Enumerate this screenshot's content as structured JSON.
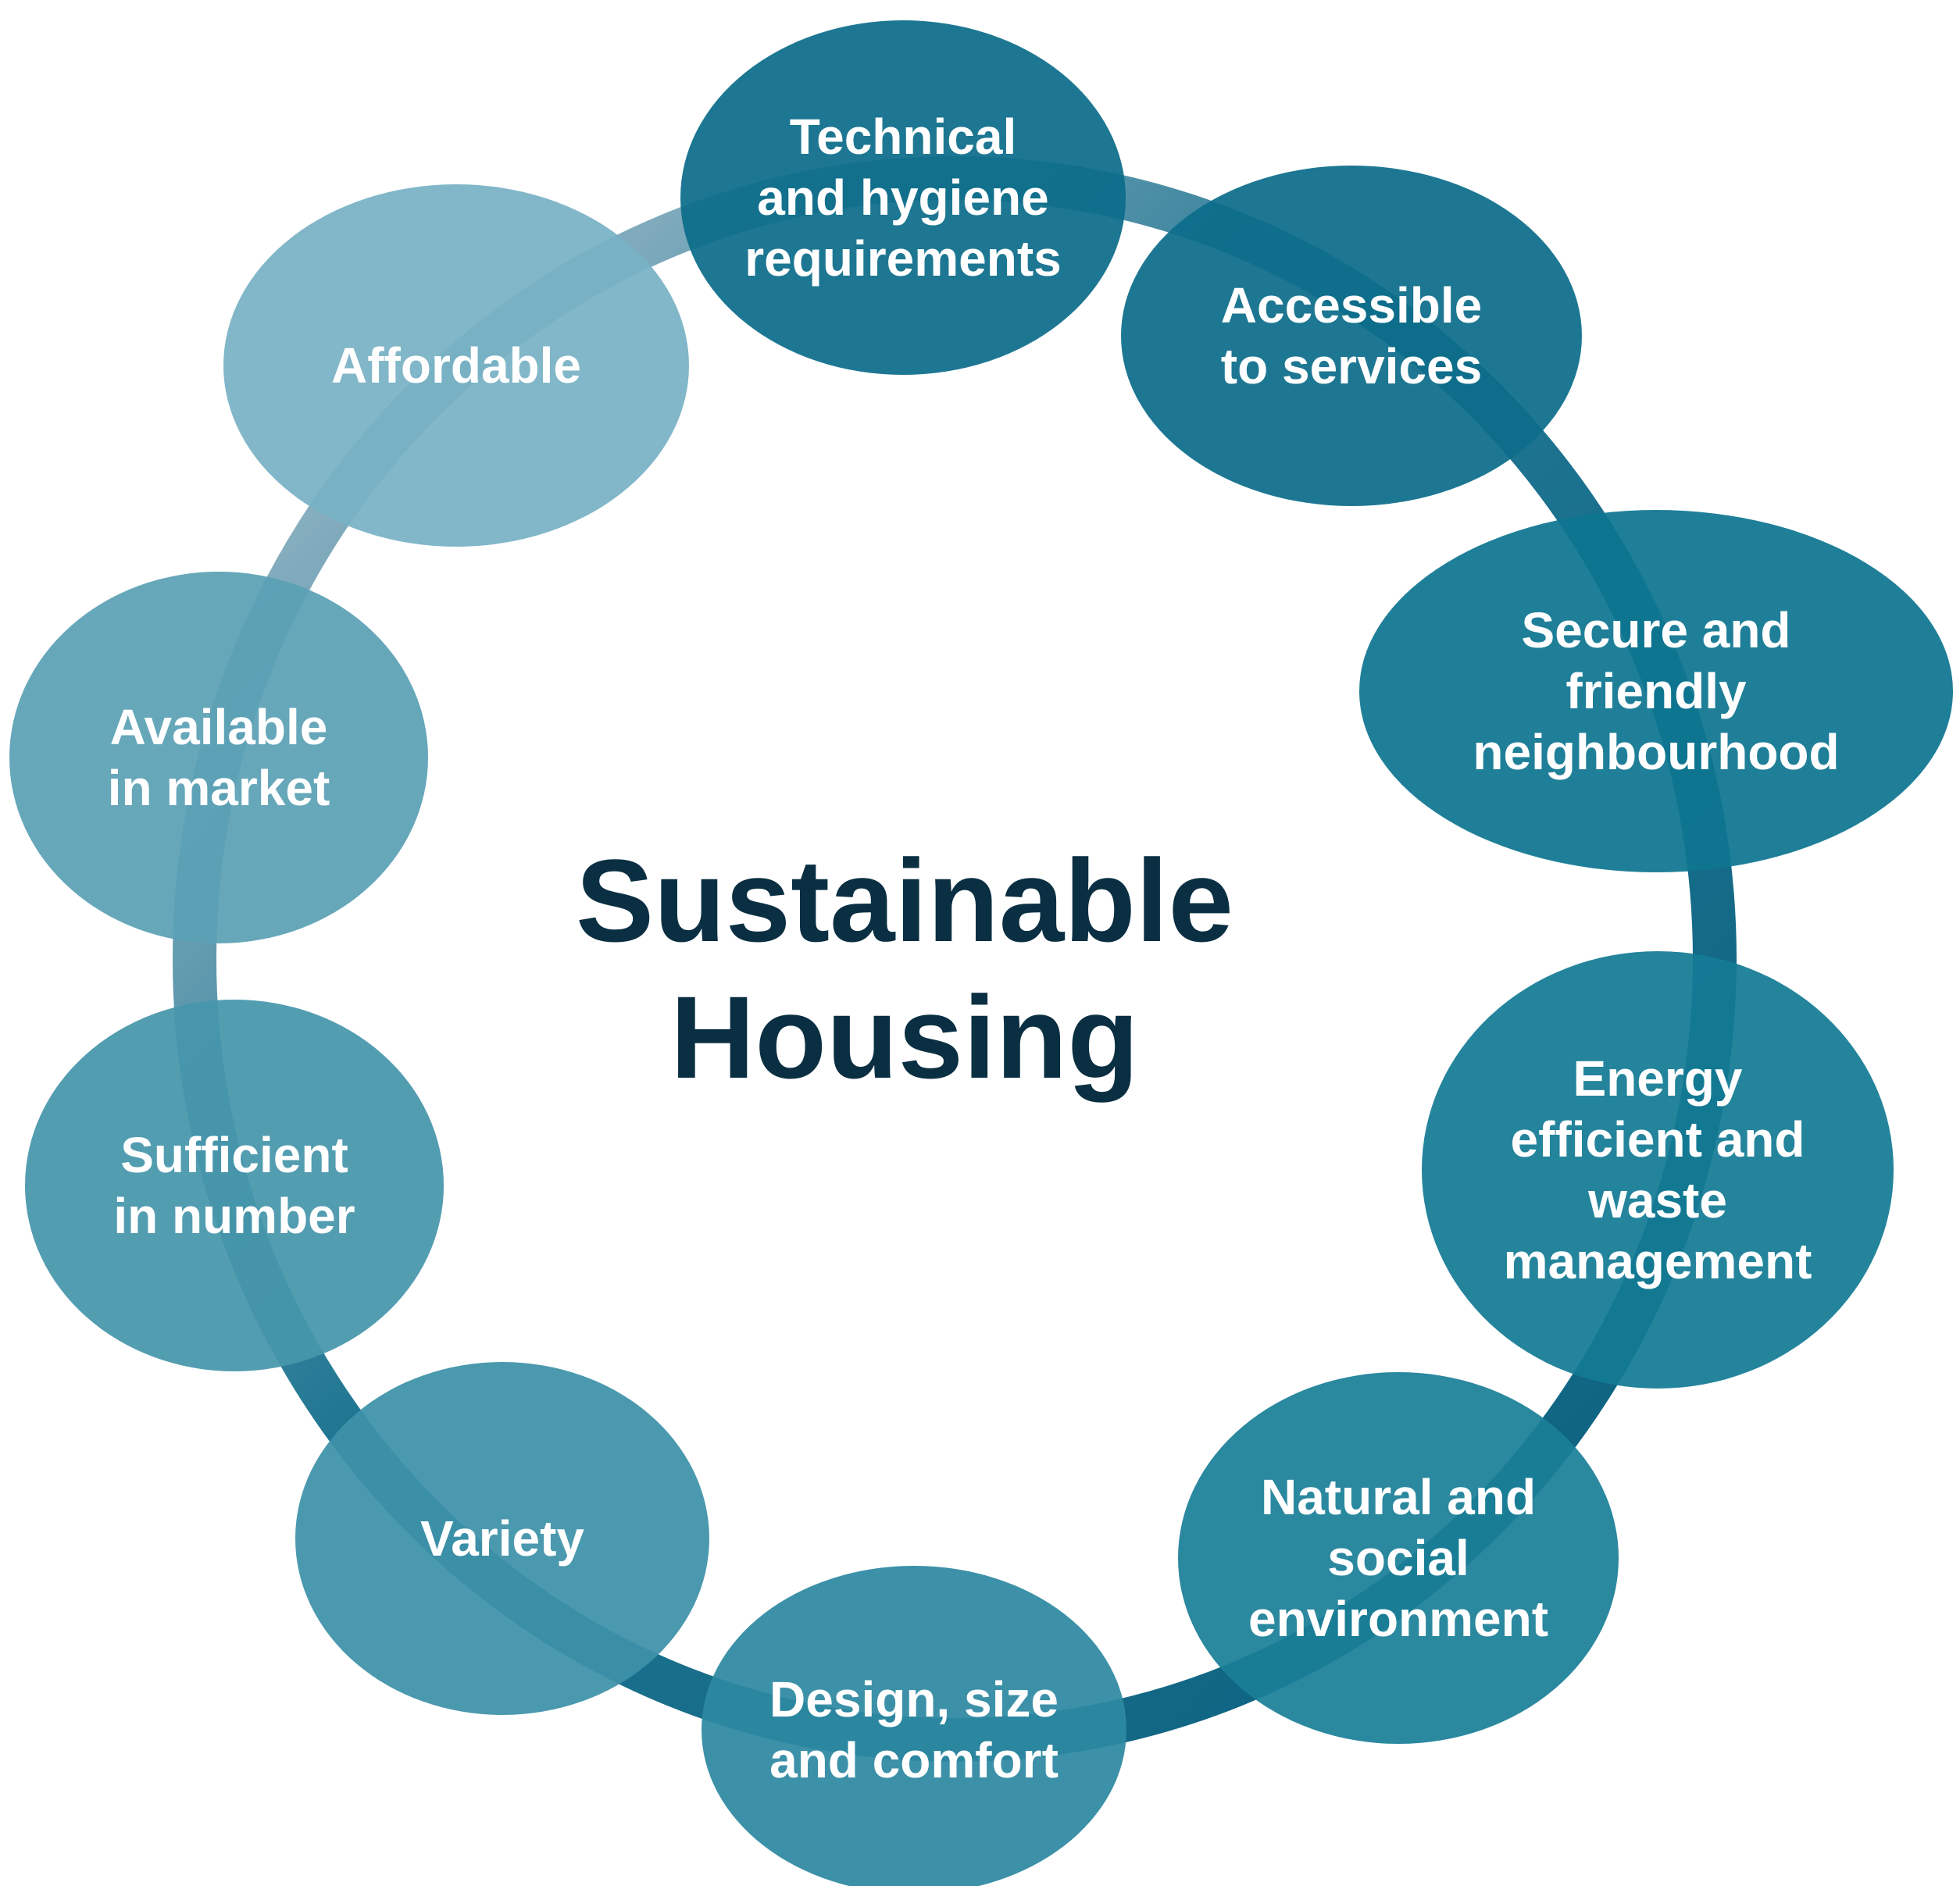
{
  "diagram": {
    "center": {
      "lines": [
        "Sustainable",
        "Housing"
      ]
    },
    "nodes": [
      {
        "id": "technical-hygiene",
        "lines": [
          "Technical",
          "and hygiene",
          "requirements"
        ],
        "color": "#0c6d8a"
      },
      {
        "id": "accessible-services",
        "lines": [
          "Accessible",
          "to services"
        ],
        "color": "#0c6d8a"
      },
      {
        "id": "secure-neighbourhood",
        "lines": [
          "Secure and",
          "friendly",
          "neighbourhood"
        ],
        "color": "#0e7590"
      },
      {
        "id": "energy-waste",
        "lines": [
          "Energy",
          "efficient and",
          "waste",
          "management"
        ],
        "color": "#137b94"
      },
      {
        "id": "natural-social",
        "lines": [
          "Natural and",
          "social",
          "environment"
        ],
        "color": "#1a7f98"
      },
      {
        "id": "design-comfort",
        "lines": [
          "Design, size",
          "and comfort"
        ],
        "color": "#2d89a1"
      },
      {
        "id": "variety",
        "lines": [
          "Variety"
        ],
        "color": "#3d91a8"
      },
      {
        "id": "sufficient-number",
        "lines": [
          "Sufficient",
          "in number"
        ],
        "color": "#4696ab"
      },
      {
        "id": "available-market",
        "lines": [
          "Available",
          "in market"
        ],
        "color": "#5aa0b5"
      },
      {
        "id": "affordable",
        "lines": [
          "Affordable"
        ],
        "color": "#77b1c4"
      }
    ],
    "colors": {
      "center_text": "#0b2f42",
      "ring_dark": "#0a5f7d",
      "ring_light": "#b6c8d4",
      "background": "#ffffff"
    }
  }
}
